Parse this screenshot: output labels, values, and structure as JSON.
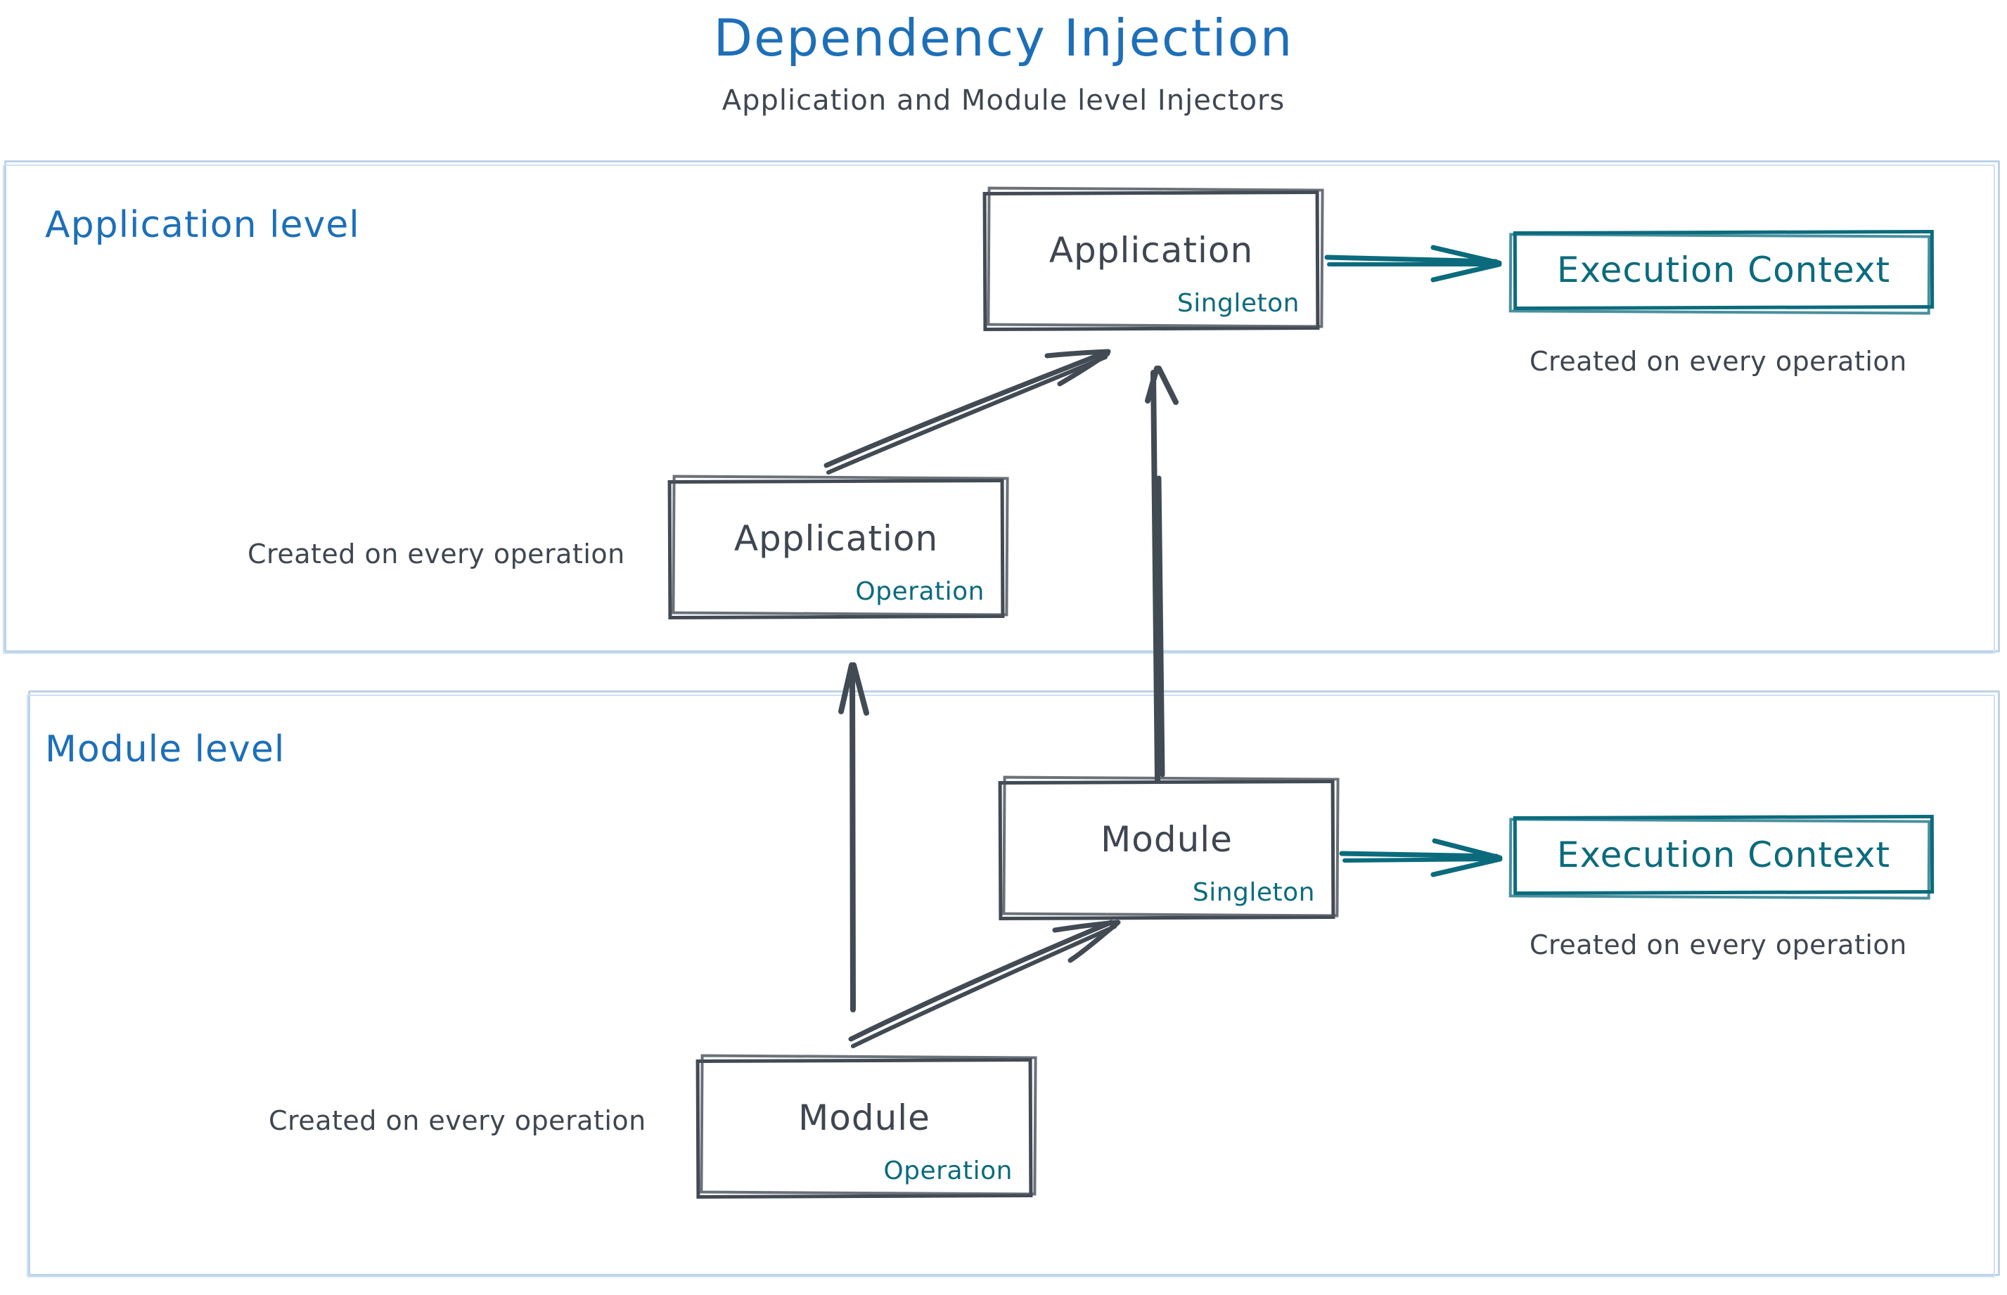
{
  "header": {
    "title": "Dependency Injection",
    "subtitle": "Application and Module level Injectors"
  },
  "colors": {
    "title_blue": "#1d6fb8",
    "level_label_blue": "#1d6fb8",
    "level_border_blue": "#bcd3ea",
    "ink_gray": "#424a54",
    "text_gray": "#3f4650",
    "teal": "#0b6b7d",
    "background": "#ffffff"
  },
  "levels": [
    {
      "id": "application-level",
      "label": "Application level",
      "nodes": [
        {
          "id": "application-singleton",
          "title": "Application",
          "scope": "Singleton"
        },
        {
          "id": "application-operation",
          "title": "Application",
          "scope": "Operation"
        }
      ],
      "context": {
        "label": "Execution Context",
        "caption": "Created on every operation"
      },
      "node_caption": "Created on every operation"
    },
    {
      "id": "module-level",
      "label": "Module level",
      "nodes": [
        {
          "id": "module-singleton",
          "title": "Module",
          "scope": "Singleton"
        },
        {
          "id": "module-operation",
          "title": "Module",
          "scope": "Operation"
        }
      ],
      "context": {
        "label": "Execution Context",
        "caption": "Created on every operation"
      },
      "node_caption": "Created on every operation"
    }
  ],
  "edges": [
    {
      "id": "app-operation-to-app-singleton",
      "from": "application-operation",
      "to": "application-singleton",
      "style": "sketch-gray",
      "direction": "diagonal-up-right"
    },
    {
      "id": "app-singleton-to-execution-context",
      "from": "application-singleton",
      "to": "execution-context-application",
      "style": "sketch-teal",
      "direction": "right"
    },
    {
      "id": "module-singleton-to-app-singleton",
      "from": "module-singleton",
      "to": "application-singleton",
      "style": "sketch-gray",
      "direction": "up"
    },
    {
      "id": "module-operation-to-app-operation",
      "from": "module-operation",
      "to": "application-operation",
      "style": "sketch-gray",
      "direction": "up"
    },
    {
      "id": "module-operation-to-module-singleton",
      "from": "module-operation",
      "to": "module-singleton",
      "style": "sketch-gray",
      "direction": "diagonal-up-right"
    },
    {
      "id": "module-singleton-to-execution-context",
      "from": "module-singleton",
      "to": "execution-context-module",
      "style": "sketch-teal",
      "direction": "right"
    }
  ]
}
